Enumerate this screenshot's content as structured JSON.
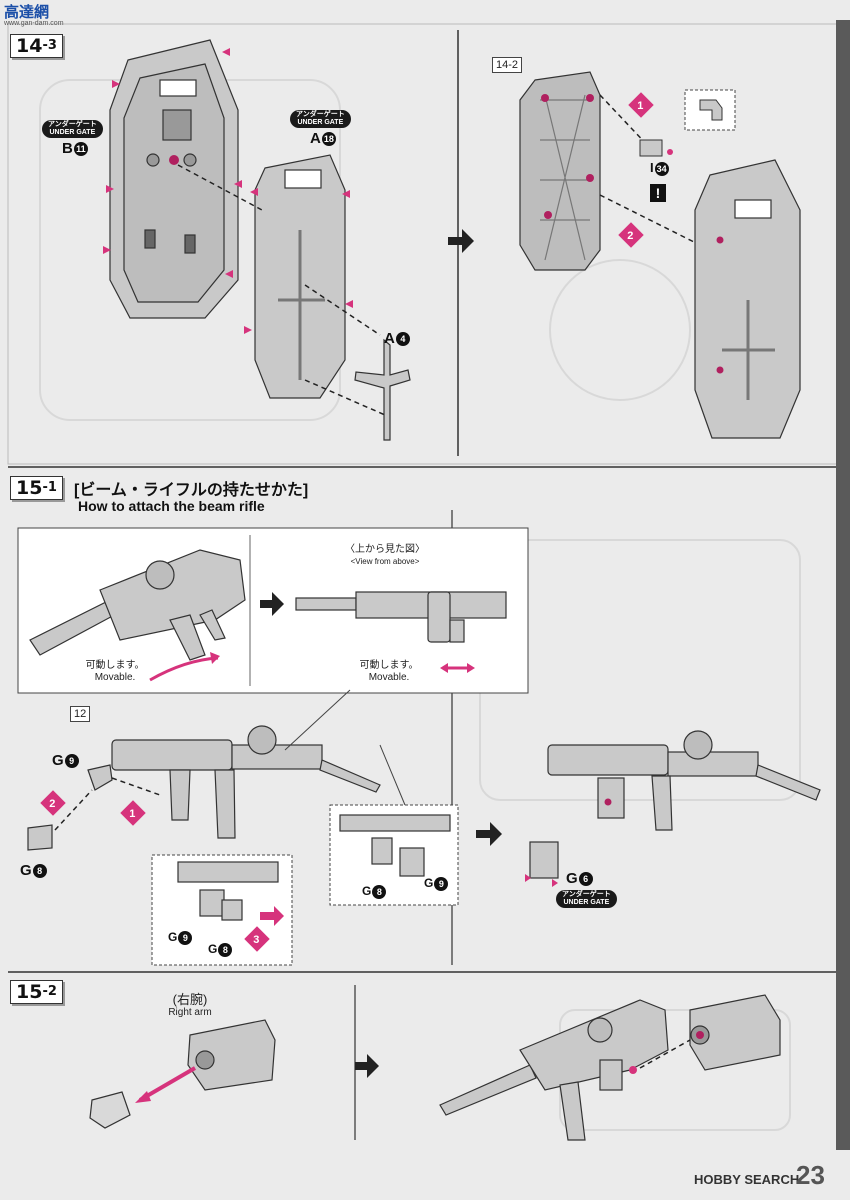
{
  "watermark": {
    "logo_text": "高達網",
    "url": "www.gan-dam.com"
  },
  "step_14_3": {
    "label": "14",
    "sub": "3"
  },
  "step_14_2_ref": {
    "label": "14",
    "sub": "2"
  },
  "under_gate_jp": "アンダーゲート",
  "under_gate_en": "UNDER GATE",
  "part_b11": {
    "letter": "B",
    "num": "11"
  },
  "part_a18": {
    "letter": "A",
    "num": "18"
  },
  "part_a4": {
    "letter": "A",
    "num": "4"
  },
  "part_i34": {
    "letter": "I",
    "num": "34"
  },
  "step_15_1": {
    "label": "15",
    "sub": "1",
    "jp_title": "[ビーム・ライフルの持たせかた]",
    "en_title": "How to attach the beam rifle",
    "view_jp": "〈上から見た図〉",
    "view_en": "<View from above>",
    "movable_jp": "可動します。",
    "movable_en": "Movable.",
    "ref_box": "12"
  },
  "part_g9": {
    "letter": "G",
    "num": "9"
  },
  "part_g8": {
    "letter": "G",
    "num": "8"
  },
  "part_g6": {
    "letter": "G",
    "num": "6"
  },
  "step_15_2": {
    "label": "15",
    "sub": "2",
    "arm_jp": "(右腕)",
    "arm_en": "Right arm"
  },
  "steps": {
    "one": "1",
    "two": "2",
    "three": "3"
  },
  "warning_mark": "!",
  "footer": {
    "logo": "HOBBY SEARCH",
    "page": "23"
  },
  "colors": {
    "accent": "#d6337c",
    "part_gray": "#c9c9c9",
    "background": "#ebebeb"
  }
}
